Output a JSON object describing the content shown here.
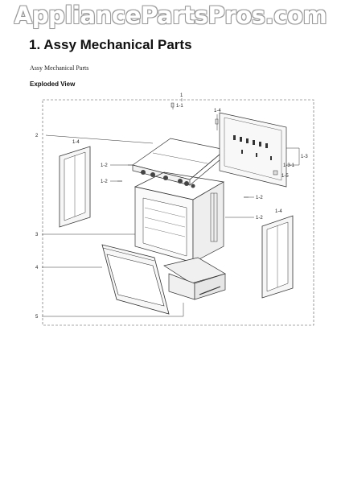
{
  "watermark": "AppliancePartsPros.com",
  "section_title": "1.  Assy Mechanical Parts",
  "subtitle": "Assy Mechanical Parts",
  "view_title": "Exploded View",
  "labels": {
    "l1": "1",
    "l1_1": "1-1",
    "l1_4a": "1-4",
    "l1_3": "1-3",
    "l1_3_1": "1-3-1",
    "l1_5": "1-5",
    "l2": "2",
    "l1_4b": "1-4",
    "l1_2a": "1-2",
    "l1_2b": "1-2",
    "l1_2c": "1-2",
    "l1_2d": "1-2",
    "l3": "3",
    "l1_4c": "1-4",
    "l4": "4",
    "l5": "5"
  }
}
